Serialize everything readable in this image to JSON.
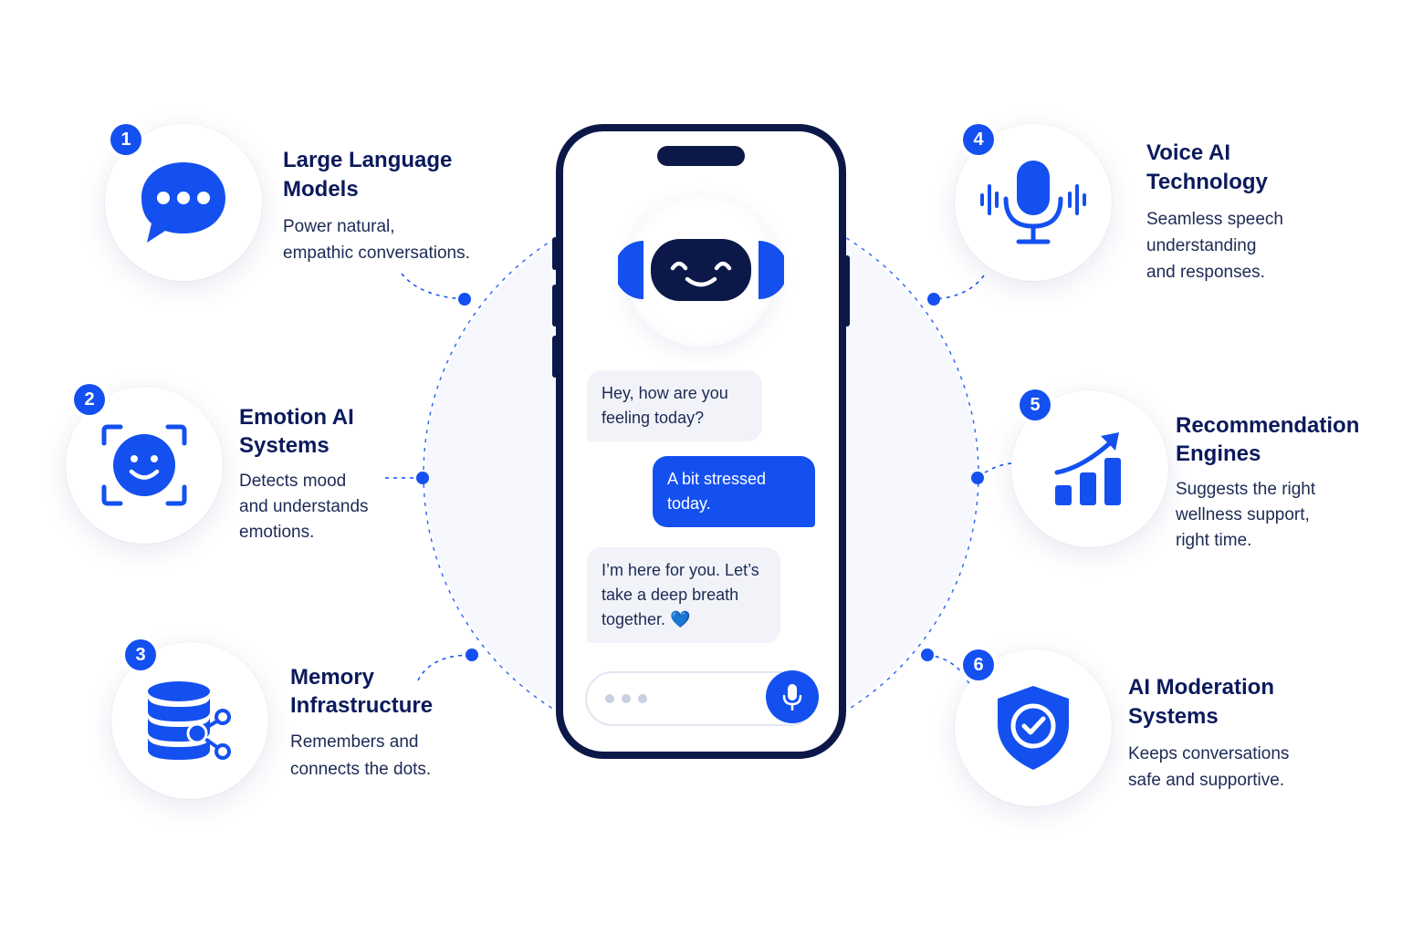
{
  "colors": {
    "accent": "#1450f0",
    "navy": "#0b1848",
    "text_dark": "#0b1a5c",
    "bubble_gray": "#f1f3f8"
  },
  "features": [
    {
      "number": "1",
      "title": "Large Language\nModels",
      "desc": "Power natural,\nempathic conversations.",
      "icon": "chat-bubble-icon"
    },
    {
      "number": "2",
      "title": "Emotion AI\nSystems",
      "desc": "Detects mood\nand understands\nemotions.",
      "icon": "face-scan-icon"
    },
    {
      "number": "3",
      "title": "Memory\nInfrastructure",
      "desc": "Remembers and\nconnects the dots.",
      "icon": "database-network-icon"
    },
    {
      "number": "4",
      "title": "Voice AI\nTechnology",
      "desc": "Seamless speech\nunderstanding\nand responses.",
      "icon": "microphone-icon"
    },
    {
      "number": "5",
      "title": "Recommendation\nEngines",
      "desc": "Suggests the right\nwellness support,\nright time.",
      "icon": "growth-chart-icon"
    },
    {
      "number": "6",
      "title": "AI Moderation\nSystems",
      "desc": "Keeps conversations\nsafe and supportive.",
      "icon": "shield-check-icon"
    }
  ],
  "chat": {
    "bot_greeting": "Hey, how are you\nfeeling today?",
    "user_reply": "A bit stressed\ntoday.",
    "bot_response": "I’m here for you. Let’s\ntake a deep breath\ntogether. 💙"
  }
}
